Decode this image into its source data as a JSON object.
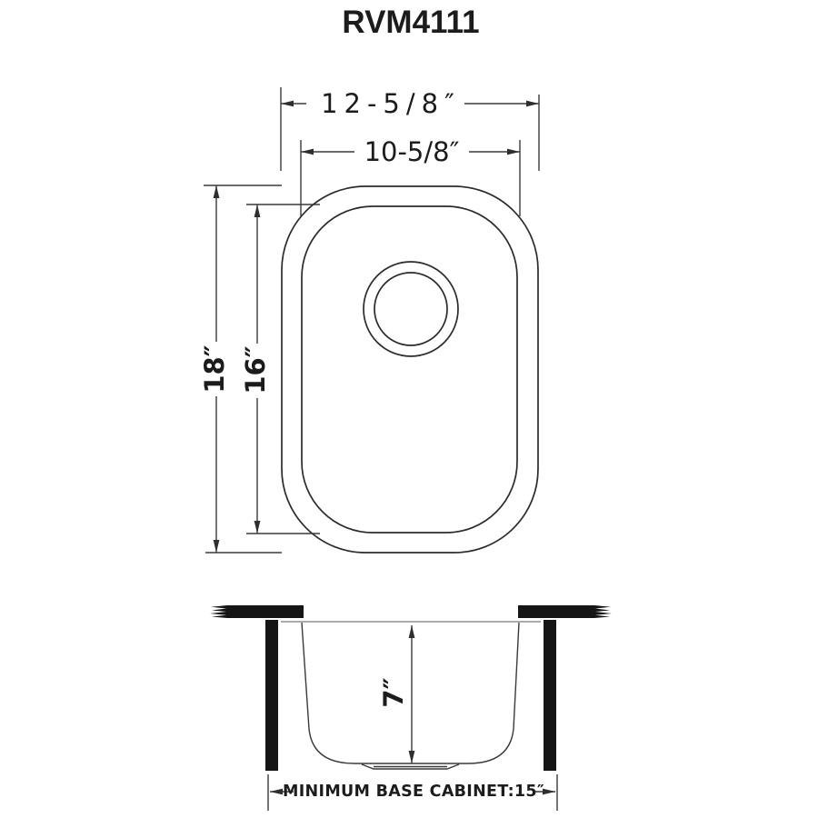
{
  "title": "RVM4111",
  "colors": {
    "ink": "#1c1c1c",
    "line": "#3a3a3a",
    "solid_fill": "#151515",
    "background": "#ffffff"
  },
  "top_view": {
    "outer_width": "12-5/8″",
    "inner_width": "10-5/8″",
    "outer_height": "18″",
    "inner_height": "16″"
  },
  "section_view": {
    "depth": "7″",
    "base_cabinet": "MINIMUM BASE CABINET:15″"
  }
}
